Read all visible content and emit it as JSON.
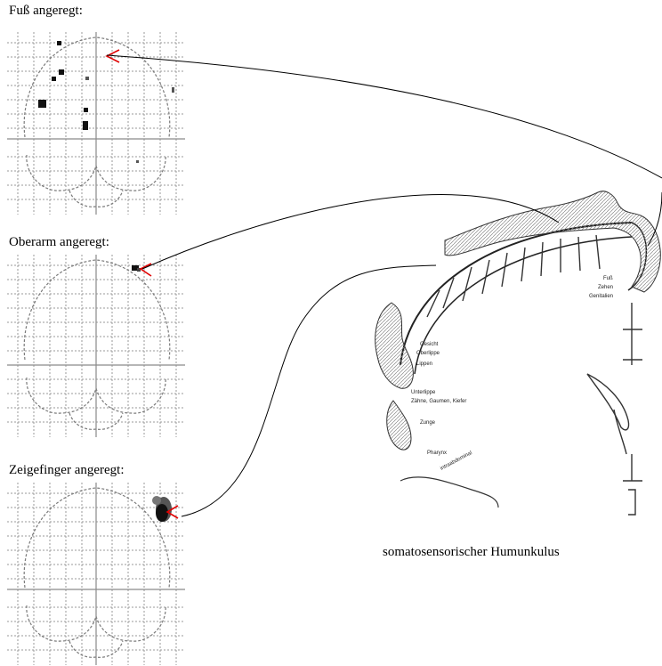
{
  "scans": [
    {
      "caption": "Fuß angeregt:"
    },
    {
      "caption": "Oberarm angeregt:"
    },
    {
      "caption": "Zeigefinger angeregt:"
    }
  ],
  "homunculus": {
    "caption": "somatosensorischer Humunkulus",
    "labels": [
      "Fuß",
      "Zehen",
      "Genitalien",
      "Gesicht",
      "Oberlippe",
      "Lippen",
      "Unterlippe",
      "Zähne, Gaumen, Kiefer",
      "Zunge",
      "Pharynx",
      "intraabdominal"
    ]
  },
  "colors": {
    "arrow": "#e00000",
    "grid": "#9a9a9a",
    "outline": "#7a7a7a",
    "activation": "#111111",
    "line": "#000000"
  }
}
